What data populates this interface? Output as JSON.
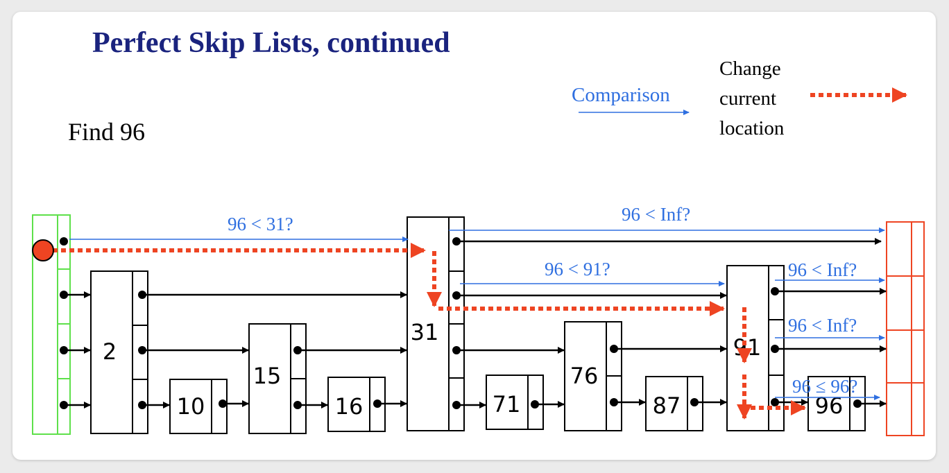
{
  "title": "Perfect Skip Lists, continued",
  "task": "Find 96",
  "legend": {
    "comparison": "Comparison",
    "change_lines": [
      "Change",
      "current",
      "location"
    ]
  },
  "nodes": [
    {
      "id": "2",
      "label": "2",
      "levels": 3
    },
    {
      "id": "10",
      "label": "10",
      "levels": 1
    },
    {
      "id": "15",
      "label": "15",
      "levels": 2
    },
    {
      "id": "16",
      "label": "16",
      "levels": 1
    },
    {
      "id": "31",
      "label": "31",
      "levels": 4
    },
    {
      "id": "71",
      "label": "71",
      "levels": 1
    },
    {
      "id": "76",
      "label": "76",
      "levels": 2
    },
    {
      "id": "87",
      "label": "87",
      "levels": 1
    },
    {
      "id": "91",
      "label": "91",
      "levels": 3
    },
    {
      "id": "96",
      "label": "96",
      "levels": 1
    }
  ],
  "comparisons": [
    "96 < 31?",
    "96 < Inf?",
    "96 < 91?",
    "96 < Inf?",
    "96 < Inf?",
    "96 ≤ 96?"
  ],
  "colors": {
    "title": "#1a237e",
    "comparison": "#2f6fe0",
    "path": "#ee4422",
    "head": "#5ee04a",
    "tail": "#ee4422",
    "node": "#000000"
  }
}
